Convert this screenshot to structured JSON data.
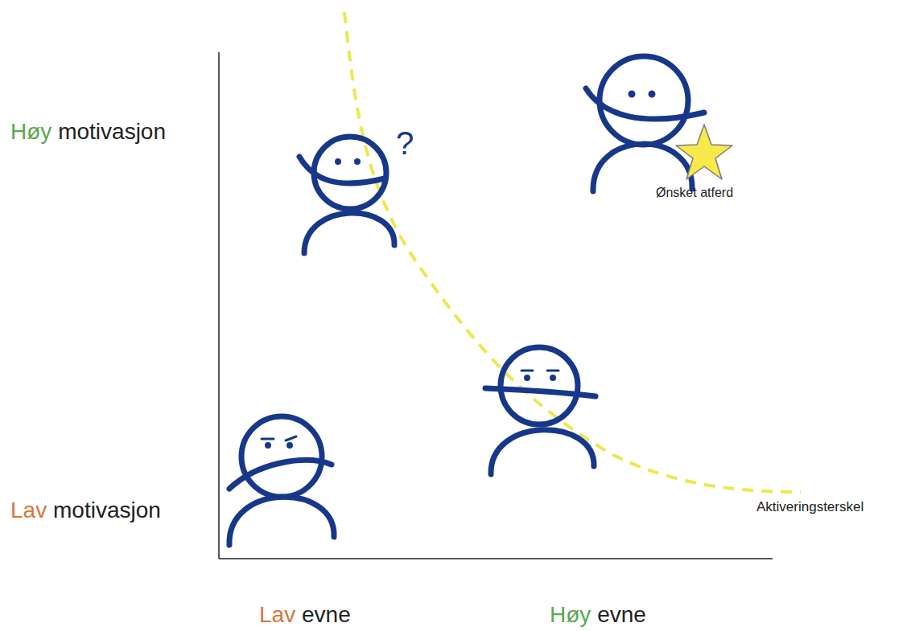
{
  "diagram": {
    "labels": [
      "Høy",
      "motivasjon",
      "Lav",
      "motivasjon",
      "Lav",
      "evne",
      "Høy",
      "evne",
      "Ønsket atferd",
      "Aktiveringsterskel",
      "?"
    ]
  }
}
